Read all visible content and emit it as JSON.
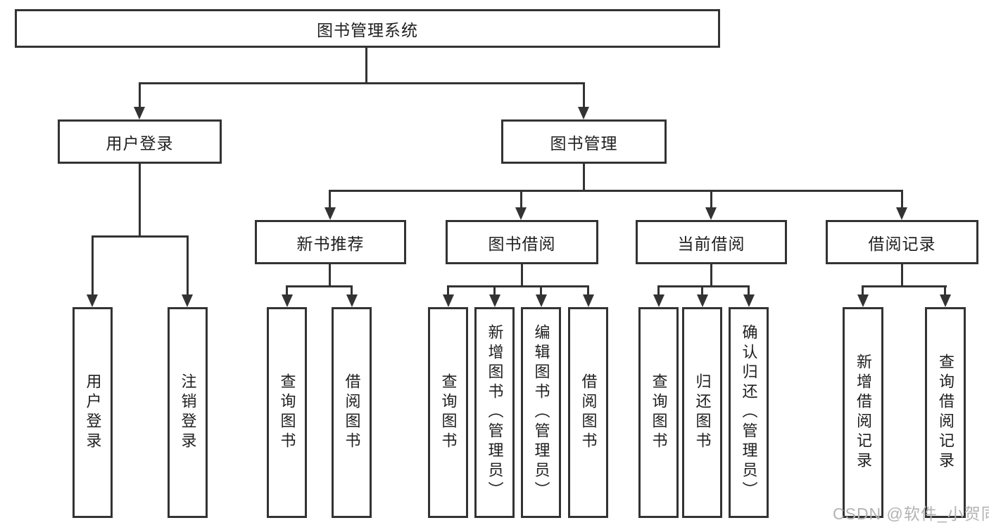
{
  "root": {
    "label": "图书管理系统"
  },
  "branches": [
    {
      "label": "用户登录",
      "leaves": [
        {
          "label": "用户登录"
        },
        {
          "label": "注销登录"
        }
      ]
    },
    {
      "label": "图书管理",
      "sections": [
        {
          "label": "新书推荐",
          "leaves": [
            {
              "label": "查询图书"
            },
            {
              "label": "借阅图书"
            }
          ]
        },
        {
          "label": "图书借阅",
          "leaves": [
            {
              "label": "查询图书"
            },
            {
              "label": "新增图书（管理员）"
            },
            {
              "label": "编辑图书（管理员）"
            },
            {
              "label": "借阅图书"
            }
          ]
        },
        {
          "label": "当前借阅",
          "leaves": [
            {
              "label": "查询图书"
            },
            {
              "label": "归还图书"
            },
            {
              "label": "确认归还（管理员）"
            }
          ]
        },
        {
          "label": "借阅记录",
          "leaves": [
            {
              "label": "新增借阅记录"
            },
            {
              "label": "查询借阅记录"
            }
          ]
        }
      ]
    }
  ],
  "watermark": {
    "text": "CSDN @软件_小贺同学"
  },
  "colors": {
    "line": "#333333",
    "text": "#1f1f1f",
    "box_background": "#ffffff",
    "watermark": "#b3b3b3",
    "page_background": "#ffffff"
  }
}
